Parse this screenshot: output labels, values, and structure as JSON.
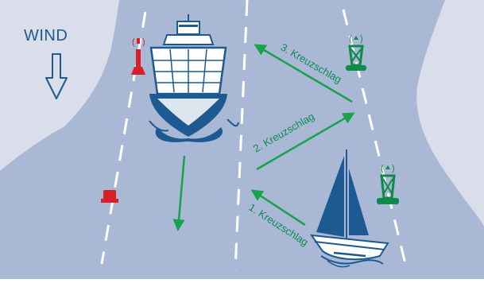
{
  "wind": {
    "label": "WIND"
  },
  "tacks": [
    {
      "label": "1. Kreuzschlag"
    },
    {
      "label": "2. Kreuzschlag"
    },
    {
      "label": "3. Kreuzschlag"
    }
  ],
  "colors": {
    "water": "#a9b9d5",
    "land": "#d9deea",
    "arrow": "#16a34a",
    "buoy_green": "#0e8a4a",
    "buoy_red": "#d61f26",
    "vessel": "#1c5a91",
    "wind_text": "#1f5a8c"
  },
  "icons": [
    "wind-arrow-icon",
    "ship-icon",
    "sailboat-icon",
    "red-lateral-buoy-icon",
    "red-can-buoy-icon",
    "green-lateral-buoy-icon"
  ]
}
